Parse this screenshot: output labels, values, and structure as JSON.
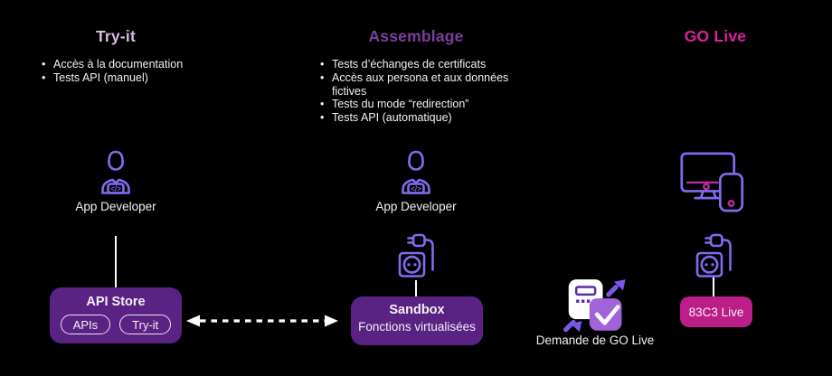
{
  "colors": {
    "bg": "#000000",
    "text_white": "#f2f0f4",
    "title_tryit": "#d8bade",
    "title_assemblage": "#7d3d9c",
    "title_golive": "#d9219f",
    "icon_purple": "#7f6cec",
    "icon_magenta": "#bb2aa4",
    "box_purple": "#5a2383",
    "live_magenta": "#bc1e89",
    "pill_border": "#e9e3ef",
    "connector": "#ffffff",
    "form_line": "#5e2ca6",
    "check_fill": "#a263d8",
    "arrow_purple": "#7b57e6"
  },
  "phases": {
    "try_it": {
      "title": "Try-it",
      "bullets": [
        "Accès à la documentation",
        "Tests API (manuel)"
      ]
    },
    "assemblage": {
      "title": "Assemblage",
      "bullets": [
        "Tests d’échanges de certificats",
        "Accès aux persona et aux données fictives",
        "Tests du mode “redirection”",
        "Tests API (automatique)"
      ]
    },
    "go_live": {
      "title": "GO Live"
    }
  },
  "actors": {
    "try_it_developer": {
      "label": "App Developer"
    },
    "assemblage_developer": {
      "label": "App Developer"
    }
  },
  "boxes": {
    "api_store": {
      "title": "API Store",
      "pills": [
        "APIs",
        "Try-it"
      ]
    },
    "sandbox": {
      "title": "Sandbox",
      "subtitle": "Fonctions virtualisées"
    },
    "go_live": {
      "label": "83C3 Live"
    }
  },
  "demande": {
    "label": "Demande de GO Live"
  },
  "icons": {
    "developer_badge": "</>",
    "app_developer": "person-coder-icon",
    "sandbox_socket": "power-socket-plug-icon",
    "go_live_devices": "desktop-and-mobile-icon",
    "go_live_request": "form-check-arrows-icon",
    "transfer": "dashed-double-arrow-icon"
  }
}
